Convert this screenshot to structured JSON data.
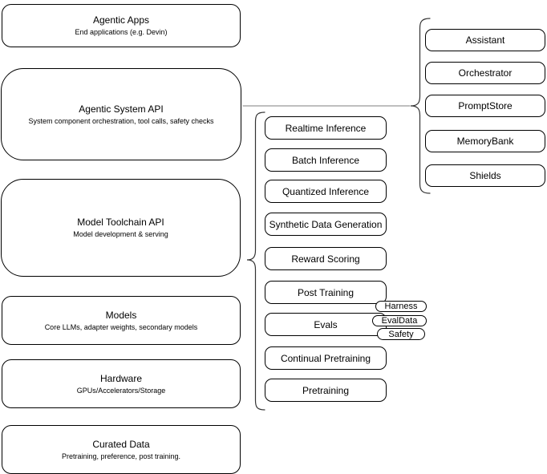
{
  "left_stack": [
    {
      "title": "Agentic Apps",
      "subtitle": "End applications (e.g. Devin)"
    },
    {
      "title": "Agentic System API",
      "subtitle": "System component orchestration, tool calls, safety checks"
    },
    {
      "title": "Model Toolchain API",
      "subtitle": "Model development & serving"
    },
    {
      "title": "Models",
      "subtitle": "Core LLMs, adapter weights, secondary models"
    },
    {
      "title": "Hardware",
      "subtitle": "GPUs/Accelerators/Storage"
    },
    {
      "title": "Curated Data",
      "subtitle": "Pretraining, preference, post training."
    }
  ],
  "toolchain_components": [
    "Realtime Inference",
    "Batch Inference",
    "Quantized Inference",
    "Synthetic Data Generation",
    "Reward Scoring",
    "Post Training",
    "Evals",
    "Continual Pretraining",
    "Pretraining"
  ],
  "evals_tags": [
    "Harness",
    "EvalData",
    "Safety"
  ],
  "system_components": [
    "Assistant",
    "Orchestrator",
    "PromptStore",
    "MemoryBank",
    "Shields"
  ],
  "colors": {
    "box_fill": "#ffffff",
    "box_border": "#000000",
    "bracket_stroke": "#333333",
    "connector_stroke": "#999999",
    "text": "#000000"
  }
}
